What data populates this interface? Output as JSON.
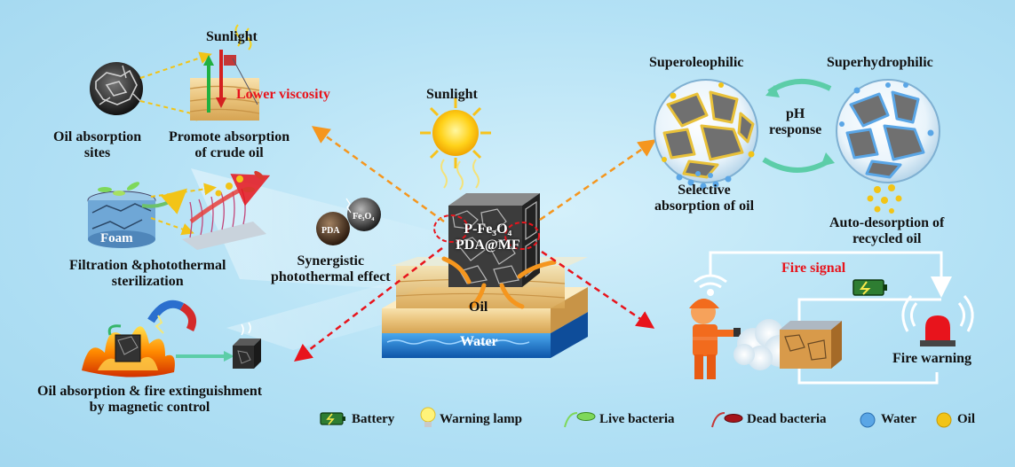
{
  "labels": {
    "sunlight_small": "Sunlight",
    "lower_viscosity": "Lower viscosity",
    "oil_absorption_sites_1": "Oil absorption",
    "oil_absorption_sites_2": "sites",
    "promote_absorption_1": "Promote absorption",
    "promote_absorption_2": "of crude oil",
    "foam": "Foam",
    "filtration_1": "Filtration &photothermal",
    "filtration_2": "sterilization",
    "fire_extinguish_1": "Oil absorption & fire extinguishment",
    "fire_extinguish_2": "by magnetic control",
    "sunlight_center": "Sunlight",
    "pda": "PDA",
    "fe3o4": "Fe₃O₄",
    "synergistic_1": "Synergistic",
    "synergistic_2": "photothermal effect",
    "cube_1": "P-Fe₃O₄",
    "cube_2": "PDA@MF",
    "oil": "Oil",
    "water": "Water",
    "superoleophilic": "Superoleophilic",
    "superhydrophilic": "Superhydrophilic",
    "ph_1": "pH",
    "ph_2": "response",
    "selective_1": "Selective",
    "selective_2": "absorption of oil",
    "auto_desorption_1": "Auto-desorption of",
    "auto_desorption_2": "recycled oil",
    "fire_signal": "Fire signal",
    "fire_warning": "Fire warning"
  },
  "legend": [
    {
      "icon": "battery-icon",
      "label": "Battery"
    },
    {
      "icon": "warning-lamp-icon",
      "label": "Warning lamp"
    },
    {
      "icon": "live-bacteria-icon",
      "label": "Live bacteria"
    },
    {
      "icon": "dead-bacteria-icon",
      "label": "Dead bacteria"
    },
    {
      "icon": "water-droplet-icon",
      "label": "Water"
    },
    {
      "icon": "oil-droplet-icon",
      "label": "Oil"
    }
  ],
  "colors": {
    "orange_arrow": "#f5961e",
    "red_arrow": "#e8141c",
    "teal_arrow": "#5ccda8",
    "water_blue": "#3c8fe0",
    "oil_yellow": "#f2c417",
    "background": "#b3e1f5"
  }
}
